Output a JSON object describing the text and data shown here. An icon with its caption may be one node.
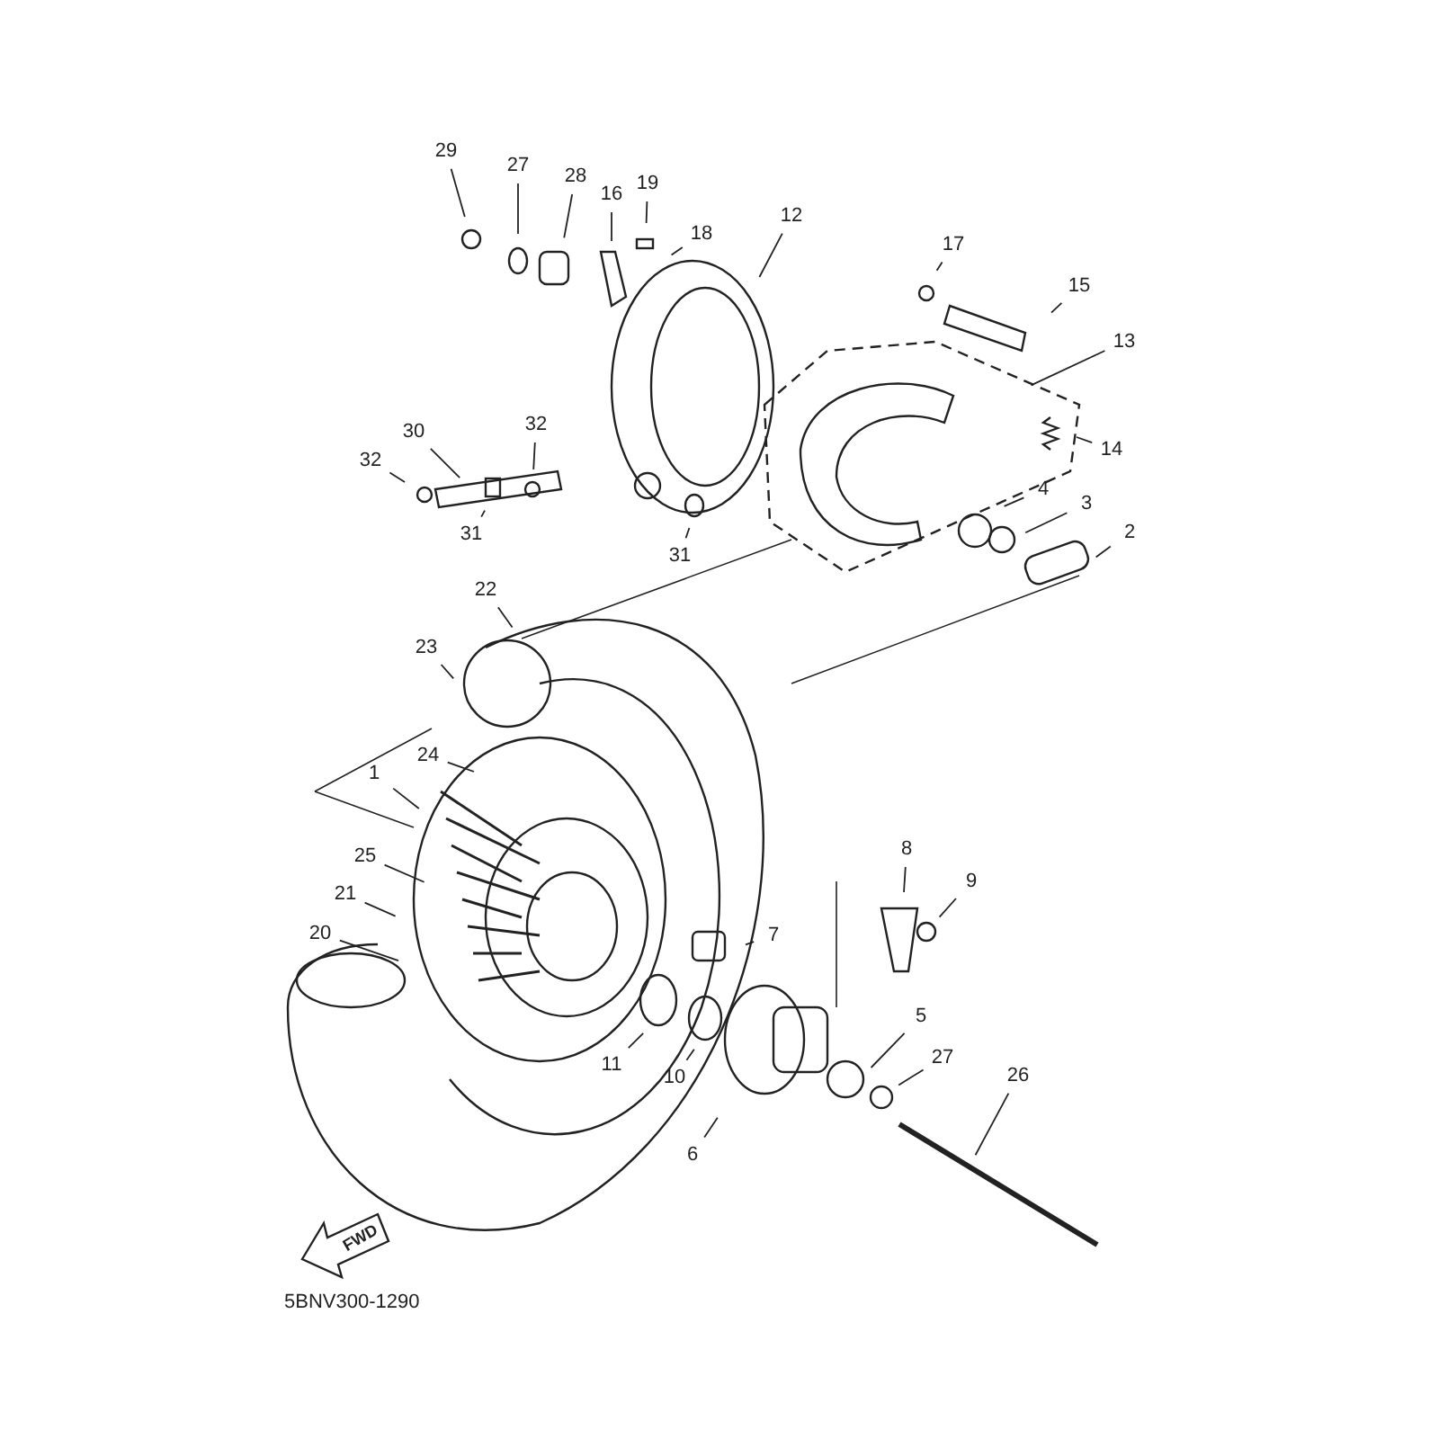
{
  "diagram": {
    "nodes": [
      {
        "text": [
          "29"
        ]
      },
      {
        "text": [
          "27"
        ]
      },
      {
        "text": [
          "28"
        ]
      },
      {
        "text": [
          "16"
        ]
      },
      {
        "text": [
          "19"
        ]
      },
      {
        "text": [
          "18"
        ]
      },
      {
        "text": [
          "12"
        ]
      },
      {
        "text": [
          "17"
        ]
      },
      {
        "text": [
          "15"
        ]
      },
      {
        "text": [
          "13"
        ]
      },
      {
        "text": [
          "32"
        ]
      },
      {
        "text": [
          "30"
        ]
      },
      {
        "text": [
          "14"
        ]
      },
      {
        "text": [
          "32"
        ]
      },
      {
        "text": [
          "4"
        ]
      },
      {
        "text": [
          "3"
        ]
      },
      {
        "text": [
          "2"
        ]
      },
      {
        "text": [
          "31"
        ]
      },
      {
        "text": [
          "31"
        ]
      },
      {
        "text": [
          "22"
        ]
      },
      {
        "text": [
          "23"
        ]
      },
      {
        "text": [
          "24"
        ]
      },
      {
        "text": [
          "1"
        ]
      },
      {
        "text": [
          "25"
        ]
      },
      {
        "text": [
          "8"
        ]
      },
      {
        "text": [
          "9"
        ]
      },
      {
        "text": [
          "21"
        ]
      },
      {
        "text": [
          "7"
        ]
      },
      {
        "text": [
          "20"
        ]
      },
      {
        "text": [
          "5"
        ]
      },
      {
        "text": [
          "27"
        ]
      },
      {
        "text": [
          "11"
        ]
      },
      {
        "text": [
          "10"
        ]
      },
      {
        "text": [
          "26"
        ]
      },
      {
        "text": [
          "6"
        ]
      }
    ],
    "edges": [
      {
        "from": 0,
        "to": null,
        "arrow": "none"
      },
      {
        "from": 1,
        "to": null,
        "arrow": "none"
      },
      {
        "from": 2,
        "to": null,
        "arrow": "none"
      },
      {
        "from": 3,
        "to": null,
        "arrow": "none"
      },
      {
        "from": 4,
        "to": null,
        "arrow": "none"
      },
      {
        "from": 5,
        "to": null,
        "arrow": "none"
      },
      {
        "from": 6,
        "to": null,
        "arrow": "none"
      },
      {
        "from": 7,
        "to": null,
        "arrow": "none"
      },
      {
        "from": 8,
        "to": null,
        "arrow": "none"
      },
      {
        "from": 9,
        "to": null,
        "arrow": "none"
      },
      {
        "from": 10,
        "to": null,
        "arrow": "none"
      },
      {
        "from": 11,
        "to": null,
        "arrow": "none"
      },
      {
        "from": 12,
        "to": null,
        "arrow": "none"
      },
      {
        "from": 13,
        "to": null,
        "arrow": "none"
      },
      {
        "from": 14,
        "to": null,
        "arrow": "none"
      },
      {
        "from": 15,
        "to": null,
        "arrow": "none"
      },
      {
        "from": 16,
        "to": null,
        "arrow": "none"
      },
      {
        "from": 17,
        "to": null,
        "arrow": "none"
      },
      {
        "from": 18,
        "to": null,
        "arrow": "none"
      },
      {
        "from": 19,
        "to": null,
        "arrow": "none"
      },
      {
        "from": 20,
        "to": null,
        "arrow": "none"
      },
      {
        "from": 21,
        "to": null,
        "arrow": "none"
      },
      {
        "from": 22,
        "to": null,
        "arrow": "none"
      },
      {
        "from": 23,
        "to": null,
        "arrow": "none"
      },
      {
        "from": 24,
        "to": null,
        "arrow": "none"
      },
      {
        "from": 25,
        "to": null,
        "arrow": "none"
      },
      {
        "from": 26,
        "to": null,
        "arrow": "none"
      },
      {
        "from": 27,
        "to": null,
        "arrow": "none"
      },
      {
        "from": 28,
        "to": null,
        "arrow": "none"
      },
      {
        "from": 29,
        "to": null,
        "arrow": "none"
      },
      {
        "from": 30,
        "to": null,
        "arrow": "none"
      },
      {
        "from": 31,
        "to": null,
        "arrow": "none"
      },
      {
        "from": 32,
        "to": null,
        "arrow": "none"
      },
      {
        "from": 33,
        "to": null,
        "arrow": "none"
      },
      {
        "from": 34,
        "to": null,
        "arrow": "none"
      }
    ],
    "labels": [
      "FWD",
      "5BNV300-1290"
    ]
  }
}
